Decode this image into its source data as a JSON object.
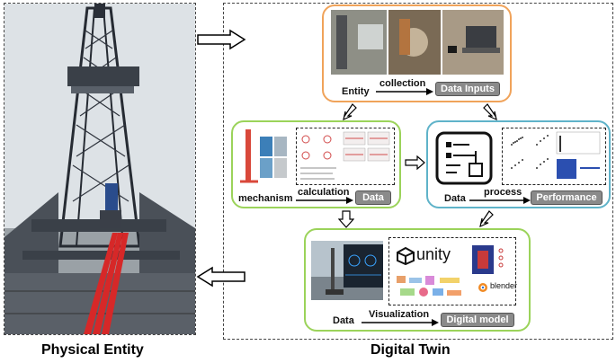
{
  "captions": {
    "physical_entity": "Physical Entity",
    "digital_twin": "Digital Twin"
  },
  "top_box": {
    "left_label": "Entity",
    "arrow_label": "collection",
    "pill_label": "Data Inputs",
    "border_color": "#f0a35a"
  },
  "mech_box": {
    "left_label": "mechanism",
    "arrow_label": "calculation",
    "pill_label": "Data",
    "border_color": "#9bd35a"
  },
  "perf_box": {
    "left_label": "Data",
    "arrow_label": "process",
    "pill_label": "Performance",
    "border_color": "#5fb3c9"
  },
  "model_box": {
    "left_label": "Data",
    "arrow_label": "Visualization",
    "pill_label": "Digital model",
    "border_color": "#9bd35a",
    "logos": {
      "unity": "unity",
      "blender": "blender"
    }
  },
  "colors": {
    "sky": "#dfe3e6",
    "rig_steel": "#2a2f38",
    "red_pipe": "#d62828",
    "pill": "#8a8a8a"
  }
}
